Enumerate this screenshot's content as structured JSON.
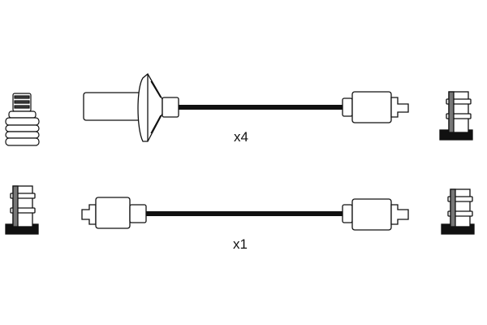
{
  "diagram": {
    "background": "#ffffff",
    "line_color": "#111111",
    "cable_color": "#111111",
    "part_fill": "#ffffff",
    "shade_fill": "#777777",
    "cable_sets": [
      {
        "quantity_label": "x4",
        "left_end": "spark-plug-boot",
        "right_end": "coil-connector"
      },
      {
        "quantity_label": "x1",
        "left_end": "coil-connector",
        "right_end": "coil-connector"
      }
    ],
    "terminals": [
      {
        "type": "spark-plug-terminal"
      },
      {
        "type": "coil-terminal"
      },
      {
        "type": "coil-terminal"
      },
      {
        "type": "coil-terminal"
      }
    ]
  }
}
